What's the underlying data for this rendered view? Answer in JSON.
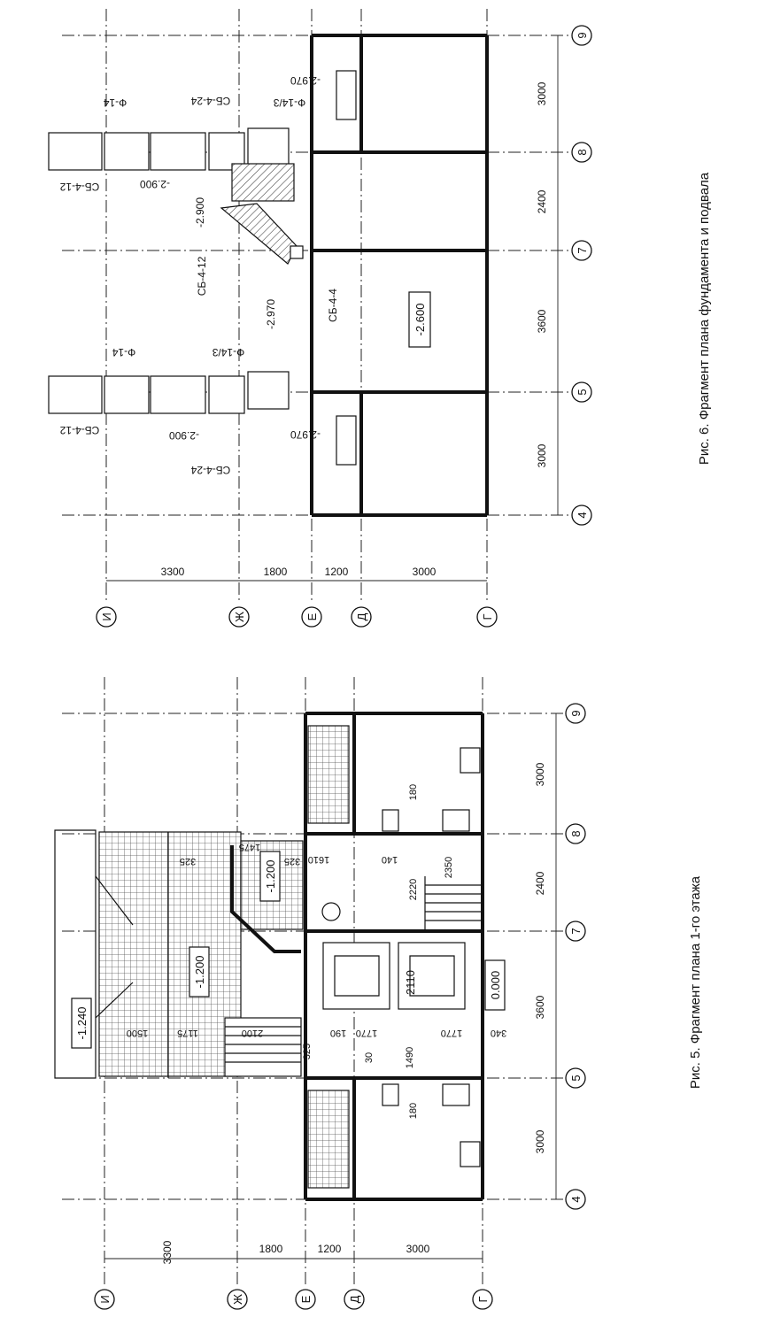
{
  "figures": {
    "fig5": {
      "caption": "Рис. 5.  Фрагмент плана 1-го этажа",
      "grid_rows": [
        {
          "label": "И",
          "span": "3300"
        },
        {
          "label": "Ж",
          "span": "1800"
        },
        {
          "label": "Е",
          "span": "1200"
        },
        {
          "label": "Д",
          "span": "3000"
        },
        {
          "label": "Г",
          "span": ""
        }
      ],
      "grid_cols": [
        {
          "label": "4",
          "span": "3000"
        },
        {
          "label": "5",
          "span": "3600"
        },
        {
          "label": "7",
          "span": "2400"
        },
        {
          "label": "8",
          "span": "3000"
        },
        {
          "label": "9",
          "span": ""
        }
      ],
      "levels": [
        "-1.240",
        "-1.200",
        "-1.200",
        "0.000"
      ],
      "stair_dims": [
        "1500",
        "1175",
        "2100",
        "325",
        "190",
        "1770",
        "30",
        "1490",
        "1770",
        "340"
      ],
      "room_dims": [
        "180",
        "180",
        "1475",
        "325",
        "325",
        "1610",
        "140",
        "2350",
        "2220"
      ],
      "lift_mark": "2110"
    },
    "fig6": {
      "caption": "Рис. 6.  Фрагмент плана фундамента и подвала",
      "grid_rows": [
        {
          "label": "И",
          "span": "3300"
        },
        {
          "label": "Ж",
          "span": "1800"
        },
        {
          "label": "Е",
          "span": "1200"
        },
        {
          "label": "Д",
          "span": "3000"
        },
        {
          "label": "Г",
          "span": ""
        }
      ],
      "grid_cols": [
        {
          "label": "4",
          "span": "3000"
        },
        {
          "label": "5",
          "span": "3600"
        },
        {
          "label": "7",
          "span": "2400"
        },
        {
          "label": "8",
          "span": "3000"
        },
        {
          "label": "9",
          "span": ""
        }
      ],
      "level_boxed": "-2.600",
      "marks": [
        "СБ-4-12",
        "-2.900",
        "СБ-4-24",
        "-2.970",
        "Ф-14",
        "Ф-14/3",
        "СБ-4-12",
        "-2.900",
        "-2.970",
        "СБ-4-4",
        "СБ-4-12",
        "-2.900",
        "СБ-4-24",
        "Ф-14",
        "Ф-14/3",
        "-2.970"
      ]
    }
  }
}
